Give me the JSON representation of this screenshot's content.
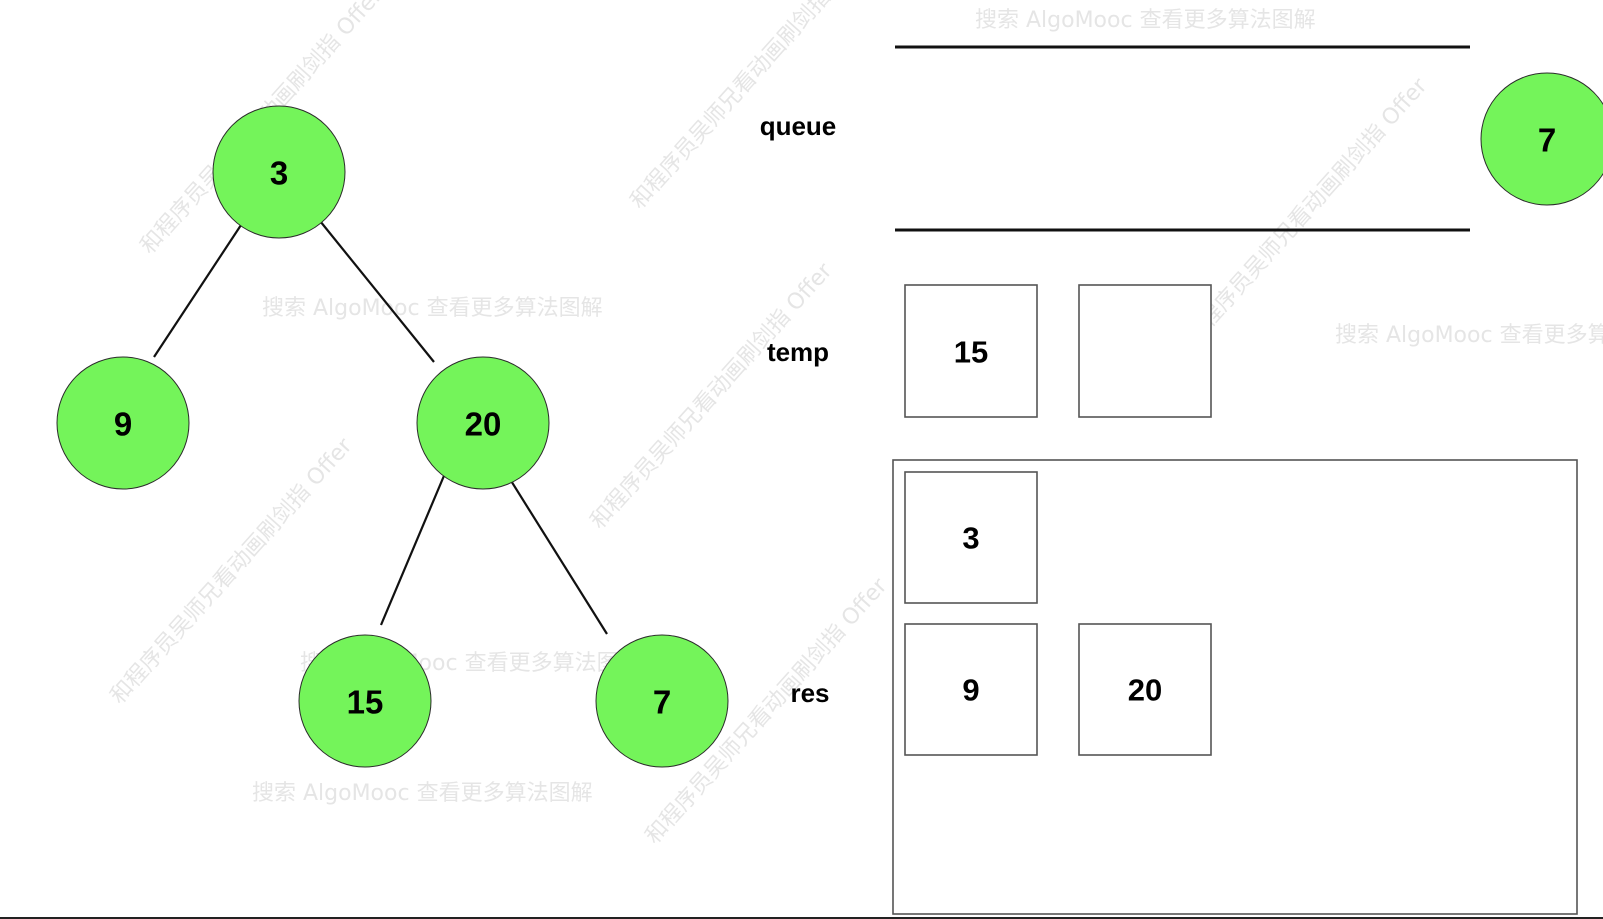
{
  "tree": {
    "nodes": [
      {
        "id": "n3",
        "value": "3"
      },
      {
        "id": "n9",
        "value": "9"
      },
      {
        "id": "n20",
        "value": "20"
      },
      {
        "id": "n15",
        "value": "15"
      },
      {
        "id": "n7",
        "value": "7"
      }
    ],
    "edges": [
      [
        "n3",
        "n9"
      ],
      [
        "n3",
        "n20"
      ],
      [
        "n20",
        "n15"
      ],
      [
        "n20",
        "n7"
      ]
    ]
  },
  "labels": {
    "queue": "queue",
    "temp": "temp",
    "res": "res"
  },
  "queue": {
    "outgoing_node": "7"
  },
  "temp": {
    "cells": [
      "15",
      ""
    ]
  },
  "res": {
    "rows": [
      [
        "3"
      ],
      [
        "9",
        "20"
      ]
    ]
  },
  "colors": {
    "node_fill": "#74f45a",
    "node_stroke": "#2b2b2b",
    "line": "#111111"
  },
  "watermarks": [
    "搜索 AlgoMooc 查看更多算法图解",
    "和程序员吴师兄看动画刷剑指 Offer"
  ]
}
